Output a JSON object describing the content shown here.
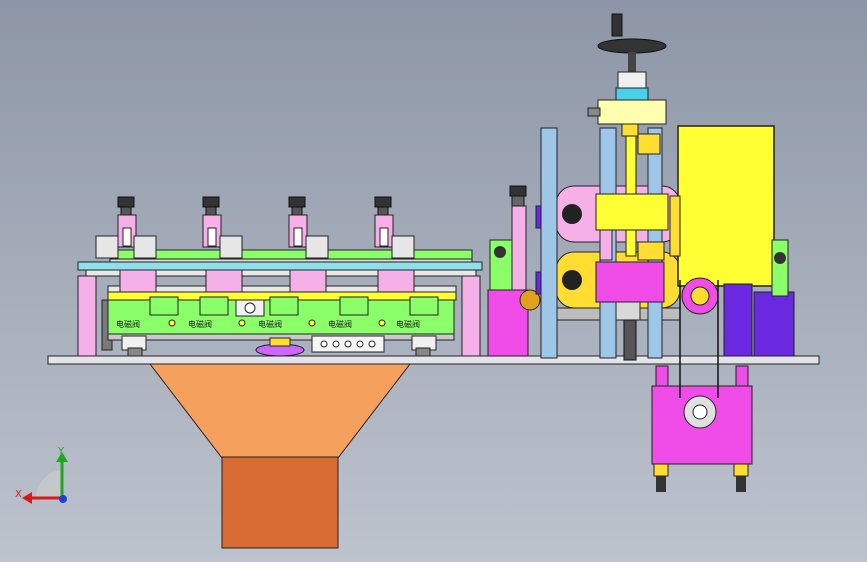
{
  "valve_labels": [
    "电磁阀",
    "电磁阀",
    "电磁阀",
    "电磁阀",
    "电磁阀"
  ],
  "axis_triad": {
    "y": "Y",
    "x": "X",
    "y_color": "#1fa81f",
    "x_color": "#d41c1c"
  },
  "colors": {
    "background": "#a3abb9",
    "funnel": "#f5a05c",
    "spout": "#d96c33",
    "magenta": "#f04ce8",
    "yellow": "#ffff33",
    "green": "#8bff6a",
    "steel": "#9dc6e8",
    "purple": "#6a28e0",
    "pink": "#f6b0e8"
  }
}
